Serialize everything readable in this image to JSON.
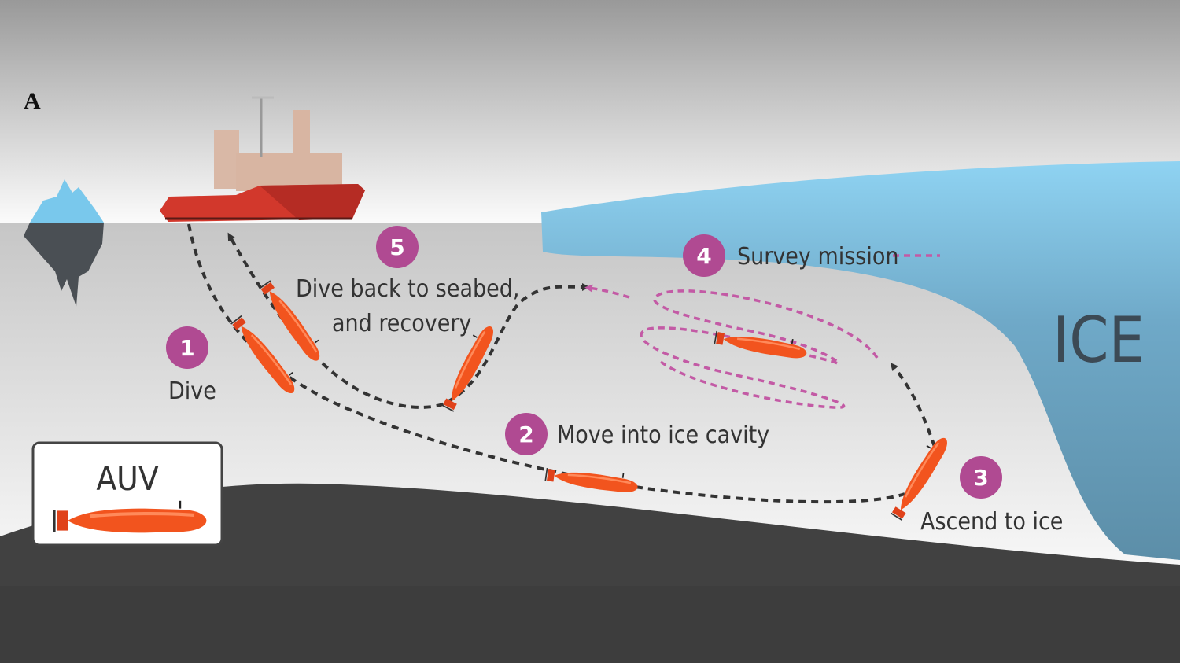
{
  "panel_label": "A",
  "colors": {
    "step_badge": "#b04a92",
    "auv": "#f2541e",
    "ice": "#7ec3e4",
    "seabed": "#414141",
    "ship": "#d2382c"
  },
  "steps": [
    {
      "number": "1",
      "label": "Dive"
    },
    {
      "number": "2",
      "label": "Move into ice cavity"
    },
    {
      "number": "3",
      "label": "Ascend to ice"
    },
    {
      "number": "4",
      "label": "Survey mission"
    },
    {
      "number": "5",
      "label_line1": "Dive back to seabed,",
      "label_line2": "and recovery"
    }
  ],
  "ice_label": "ICE",
  "legend": {
    "title": "AUV"
  }
}
